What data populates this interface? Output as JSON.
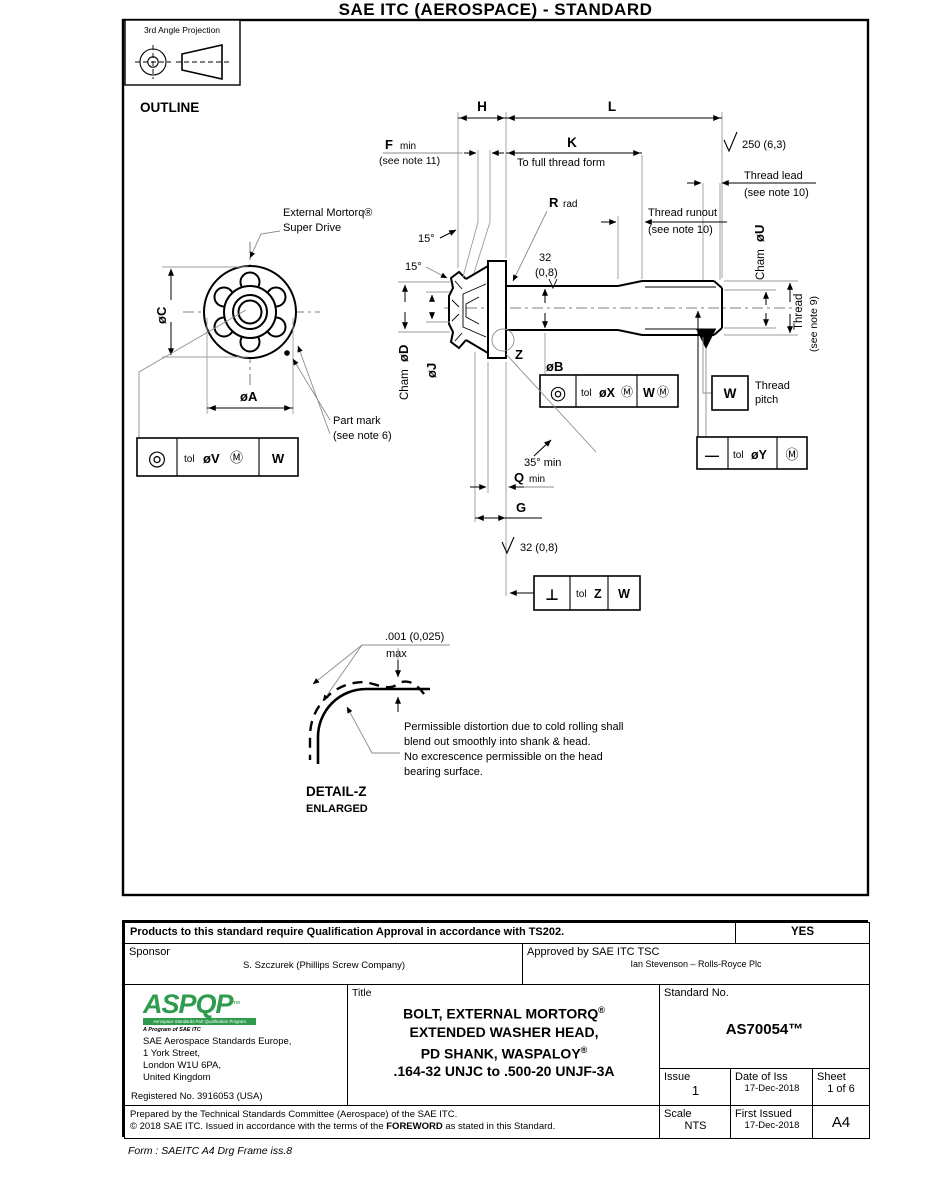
{
  "page": {
    "title": "SAE ITC (AEROSPACE) - STANDARD",
    "projection": "3rd Angle Projection",
    "outline": "OUTLINE",
    "form_note": "Form : SAEITC A4 Drg Frame iss.8"
  },
  "labels": {
    "h": "H",
    "l": "L",
    "f": "F",
    "f_min": "min",
    "f_note": "(see note 11)",
    "k": "K",
    "k_sub": "To full thread form",
    "surf_250": "250 (6,3)",
    "lead1": "Thread lead",
    "lead2": "(see note 10)",
    "runout1": "Thread runout",
    "runout2": "(see note 10)",
    "r": "R",
    "r_rad": "rad",
    "cham": "Cham",
    "ou": "øU",
    "thread": "Thread",
    "thread_note": "(see note 9)",
    "deg15a": "15°",
    "deg15b": "15°",
    "surf32": "32",
    "surf32b": "(0,8)",
    "cham_d": "Cham",
    "od": "øD",
    "oj": "øJ",
    "z": "Z",
    "ob": "øB",
    "oc": "øC",
    "oa": "øA",
    "deg35": "35° min",
    "q": "Q",
    "q_min": "min",
    "g": "G",
    "surf32c": "32 (0,8)",
    "w": "W",
    "pitch1": "Thread",
    "pitch2": "pitch",
    "mortorq1": "External Mortorq®",
    "mortorq2": "Super Drive",
    "partmark1": "Part mark",
    "partmark2": "(see note 6)"
  },
  "fcf": {
    "tol": "tol",
    "conc": "◎",
    "mod": "Ⓜ",
    "perp": "⊥",
    "straight": "—",
    "v": "øV",
    "v_datum": "W",
    "x": "øX",
    "x_datum": "W",
    "y": "øY",
    "zv": "Z",
    "z_datum": "W"
  },
  "detail": {
    "tol": ".001 (0,025)",
    "max": "max",
    "n1": "Permissible distortion due to cold rolling shall",
    "n2": "blend out smoothly into shank & head.",
    "n3": "No excrescence permissible on the head",
    "n4": "bearing surface.",
    "title": "DETAIL-Z",
    "sub": "ENLARGED"
  },
  "title_block": {
    "qualification": "Products to this standard require Qualification Approval in accordance with TS202.",
    "yes": "YES",
    "sponsor_label": "Sponsor",
    "sponsor": "S. Szczurek (Phillips Screw Company)",
    "approved_label": "Approved by SAE ITC TSC",
    "approved": "Ian Stevenson – Rolls-Royce Plc",
    "logo": {
      "name": "ASPQP",
      "tm": "™",
      "tagline": "Aerospace Standards Part Qualification Program",
      "program": "A Program of SAE ITC",
      "addr1": "SAE Aerospace Standards Europe,",
      "addr2": "1 York Street,",
      "addr3": "London W1U 6PA,",
      "addr4": "United Kingdom",
      "registered": "Registered No. 3916053 (USA)"
    },
    "title_label": "Title",
    "title1": "BOLT, EXTERNAL MORTORQ",
    "sup1": "®",
    "title2": "EXTENDED WASHER HEAD,",
    "title3": "PD SHANK, WASPALOY",
    "sup2": "®",
    "title4": ".164-32 UNJC to .500-20 UNJF-3A",
    "standard_label": "Standard No.",
    "standard_no": "AS70054™",
    "issue_label": "Issue",
    "issue": "1",
    "date_label": "Date of Iss",
    "date": "17-Dec-2018",
    "sheet_label": "Sheet",
    "sheet": "1 of 6",
    "prepared": "Prepared by the Technical Standards Committee (Aerospace) of the SAE ITC.",
    "copy1": "© 2018 SAE ITC. Issued in accordance with the terms of the ",
    "copy_bold": "FOREWORD",
    "copy2": " as stated in this Standard.",
    "scale_label": "Scale",
    "scale": "NTS",
    "first_label": "First Issued",
    "first": "17-Dec-2018",
    "size": "A4"
  },
  "colors": {
    "green": "#2E9B4D",
    "line": "#000000"
  }
}
